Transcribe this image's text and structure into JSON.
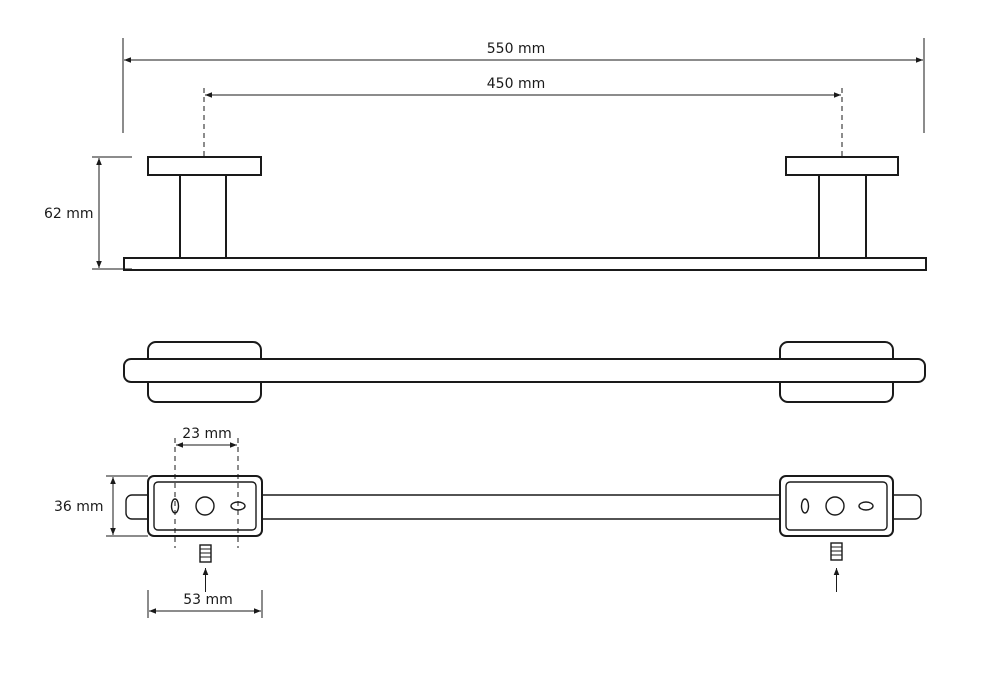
{
  "dimensions": {
    "overall_length": "550 mm",
    "hole_spacing": "450 mm",
    "height": "62 mm",
    "depth": "36 mm",
    "screw_offset": "23 mm",
    "base_width": "53 mm"
  },
  "colors": {
    "stroke": "#1a1a1a",
    "background": "#ffffff"
  }
}
